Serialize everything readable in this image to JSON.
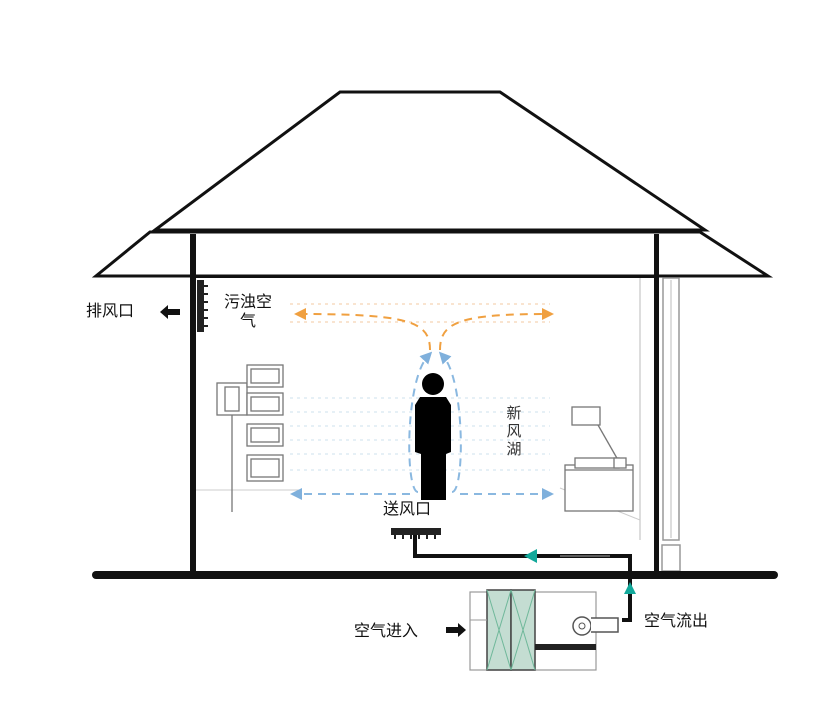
{
  "labels": {
    "exhaust_outlet": "排风口",
    "dirty_air": "污浊空气",
    "fresh_air_lake": "新风湖",
    "supply_outlet": "送风口",
    "air_in": "空气进入",
    "air_out": "空气流出"
  },
  "colors": {
    "line": "#111111",
    "warm_flow": "#f0a040",
    "cool_flow": "#8ab8e0",
    "arrow_teal": "#12a89a",
    "filter_green": "#9cc9b4"
  }
}
